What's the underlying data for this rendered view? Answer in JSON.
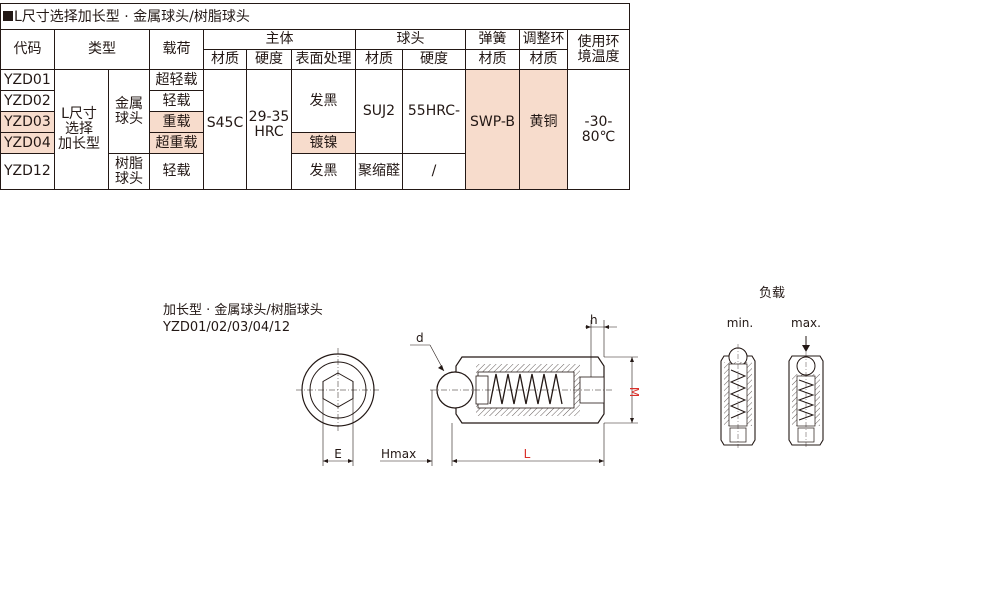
{
  "table": {
    "title": "L尺寸选择加长型 · 金属球头/树脂球头",
    "headers": {
      "code": "代码",
      "type": "类型",
      "load": "载荷",
      "body": "主体",
      "ball": "球头",
      "spring": "弹簧",
      "ring": "调整环",
      "temp": "使用环\n境温度",
      "material": "材质",
      "hardness": "硬度",
      "surface": "表面处理"
    },
    "codes": [
      "YZD01",
      "YZD02",
      "YZD03",
      "YZD04",
      "YZD12"
    ],
    "type_main": "L尺寸\n选择\n加长型",
    "type_metal": "金属\n球头",
    "type_resin": "树脂\n球头",
    "loads": [
      "超轻载",
      "轻载",
      "重载",
      "超重载",
      "轻载"
    ],
    "body_material": "S45C",
    "body_hardness": "29-35\nHRC",
    "surface_black": "发黑",
    "surface_nickel": "镀镍",
    "surface_black2": "发黑",
    "ball_metal_material": "SUJ2",
    "ball_metal_hardness": "55HRC-",
    "ball_resin_material": "聚缩醛",
    "ball_resin_hardness": "/",
    "spring_material": "SWP-B",
    "ring_material": "黄铜",
    "temperature": "-30-80℃",
    "highlight_color": "#f7dccc"
  },
  "drawing": {
    "caption": "加长型 · 金属球头/树脂球头",
    "models": "YZD01/02/03/04/12",
    "label_d": "d",
    "label_h": "h",
    "label_M": "M",
    "label_E": "E",
    "label_Hmax": "Hmax",
    "label_L": "L",
    "load_title": "负载",
    "load_min": "min.",
    "load_max": "max.",
    "dim_color": "#d9302a"
  }
}
